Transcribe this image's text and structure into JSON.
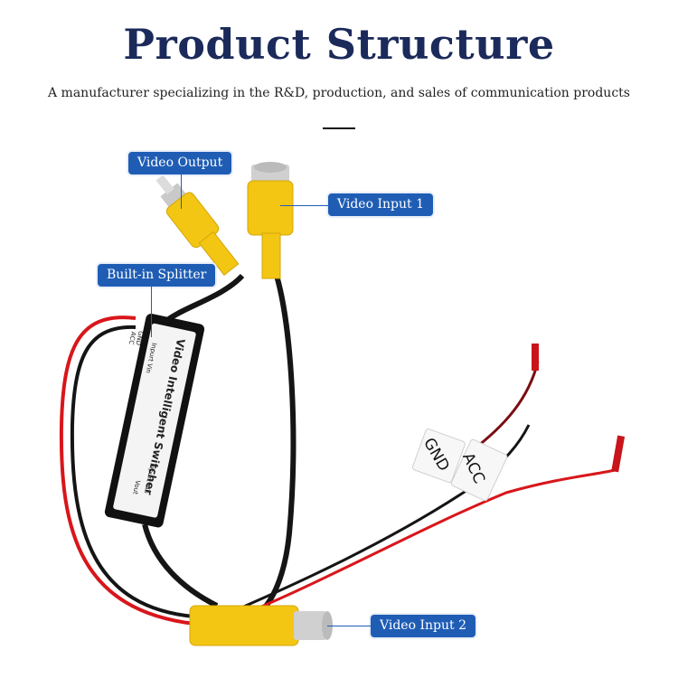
{
  "header": {
    "title": "Product Structure",
    "subtitle": "A manufacturer specializing in the R&D, production, and sales of communication products"
  },
  "callouts": {
    "video_output": "Video Output",
    "video_input_1": "Video Input 1",
    "builtin_splitter": "Built-in Splitter",
    "video_input_2": "Video Input 2"
  },
  "module": {
    "line1": "Video Intelligent Switcher",
    "pin_top_1": "Inpurt Vin",
    "pin_top_2": "GND",
    "pin_top_3": "ACC",
    "pin_bottom_1": "Inpurt Vin",
    "pin_bottom_2": "Vout"
  },
  "tags": {
    "gnd": "GND",
    "acc": "ACC"
  },
  "colors": {
    "callout_bg": "#1f5db5",
    "rca_yellow": "#f3c614",
    "wire_black": "#151515",
    "wire_red": "#d8161b",
    "title": "#1b2a5a"
  }
}
